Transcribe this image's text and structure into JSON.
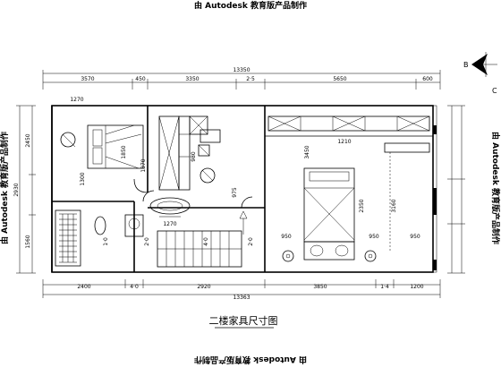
{
  "watermarks": {
    "top": "由 Autodesk 教育版产品制作",
    "bottom": "由 Autodesk 教育版产品制作",
    "left": "由 Autodesk 教育版产品制作",
    "right": "由 Autodesk 教育版产品制作"
  },
  "title": "二楼家具尺寸图",
  "compass": {
    "b": "B",
    "c": "C"
  },
  "dims_top_total": "13350",
  "dims_top": [
    "3570",
    "450",
    "3350",
    "2·5",
    "5650",
    "600"
  ],
  "dims_bottom_total": "13363",
  "dims_bottom": [
    "2400",
    "4·0",
    "2920",
    "3850",
    "1·4",
    "1200"
  ],
  "dims_left": [
    "2450",
    "2930",
    "1560"
  ],
  "dims_interior": [
    "1270",
    "1300",
    "1850",
    "980",
    "3450",
    "1210",
    "975",
    "1870",
    "1270",
    "2350",
    "950",
    "950",
    "950",
    "3160",
    "1·0",
    "2·0",
    "4·0",
    "2·0"
  ]
}
